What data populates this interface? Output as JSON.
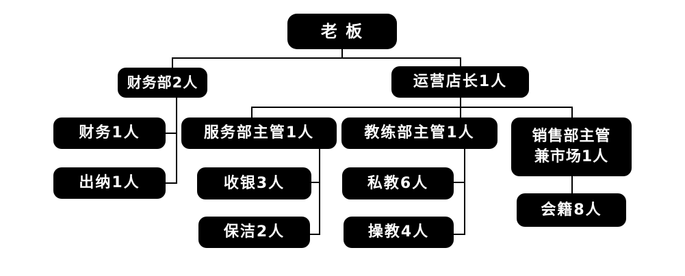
{
  "diagram": {
    "type": "org-chart",
    "colors": {
      "node_background": "#000000",
      "node_text": "#ffffff",
      "connector": "#000000",
      "page_background": "#ffffff"
    },
    "nodes": {
      "boss": {
        "label": "老 板"
      },
      "finance_dept": {
        "label": "财务部2人"
      },
      "ops_manager": {
        "label": "运营店长1人"
      },
      "finance": {
        "label": "财务1人"
      },
      "service_sup": {
        "label": "服务部主管1人"
      },
      "coach_sup": {
        "label": "教练部主管1人"
      },
      "sales_sup": {
        "label_line1": "销售部主管",
        "label_line2": "兼市场1人"
      },
      "cashier": {
        "label": "出纳1人"
      },
      "register": {
        "label": "收银3人"
      },
      "trainer": {
        "label": "私教6人"
      },
      "membership": {
        "label": "会籍8人"
      },
      "cleaning": {
        "label": "保洁2人"
      },
      "group_coach": {
        "label": "操教4人"
      }
    },
    "edges": [
      "boss->finance_dept",
      "boss->ops_manager",
      "finance_dept->finance",
      "finance_dept->cashier",
      "ops_manager->service_sup",
      "ops_manager->coach_sup",
      "ops_manager->sales_sup",
      "service_sup->register",
      "service_sup->cleaning",
      "coach_sup->trainer",
      "coach_sup->group_coach",
      "sales_sup->membership"
    ]
  }
}
